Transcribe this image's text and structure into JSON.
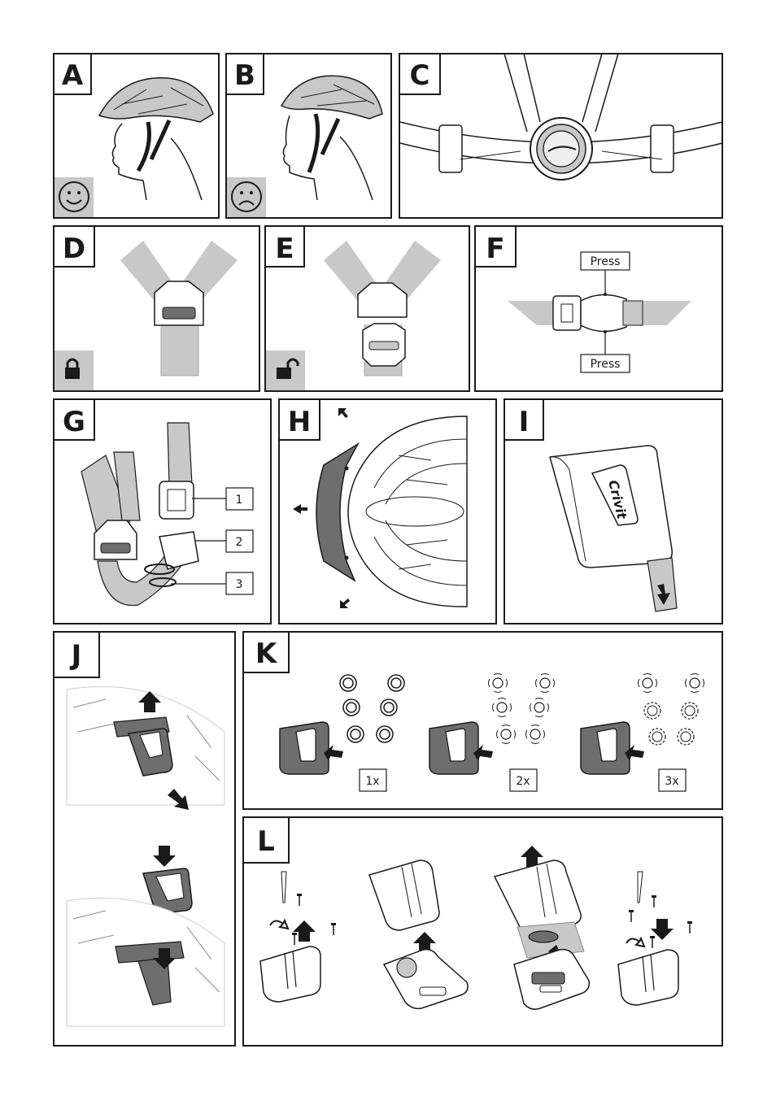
{
  "panels": {
    "A": {
      "letter": "A",
      "icon": "smiley-face-icon"
    },
    "B": {
      "letter": "B",
      "icon": "frowning-face-icon"
    },
    "C": {
      "letter": "C",
      "icon": "adjustment-dial-icon"
    },
    "D": {
      "letter": "D",
      "icon": "lock-closed-icon"
    },
    "E": {
      "letter": "E",
      "icon": "lock-open-icon"
    },
    "F": {
      "letter": "F",
      "press_top": "Press",
      "press_bottom": "Press"
    },
    "G": {
      "letter": "G",
      "callouts": [
        "1",
        "2",
        "3"
      ]
    },
    "H": {
      "letter": "H"
    },
    "I": {
      "letter": "I",
      "brand": "Crivit"
    },
    "J": {
      "letter": "J"
    },
    "K": {
      "letter": "K",
      "modes": [
        "1x",
        "2x",
        "3x"
      ]
    },
    "L": {
      "letter": "L"
    }
  },
  "colors": {
    "stroke": "#1a1a1a",
    "fill_gray": "#c8c8c8",
    "fill_dark": "#6e6e6e",
    "fill_light": "#eeeeee"
  }
}
